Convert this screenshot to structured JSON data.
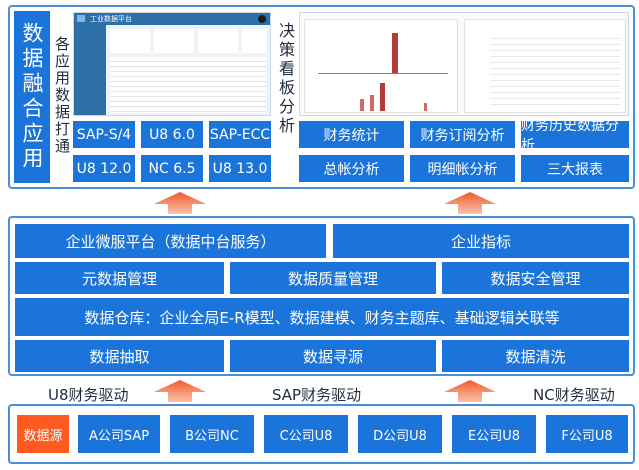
{
  "top": {
    "left_title": "数据融合应用",
    "apps_title": "各应用数据打通",
    "decision_title": "决策看板分析",
    "app_shot_title": "工业数据平台",
    "apps": [
      "SAP-S/4",
      "U8 6.0",
      "SAP-ECC",
      "U8 12.0",
      "NC 6.5",
      "U8 13.0"
    ],
    "analysis": [
      "财务统计",
      "财务订阅分析",
      "财务历史数据分析",
      "总帐分析",
      "明细帐分析",
      "三大报表"
    ]
  },
  "middle": {
    "row1": [
      "企业微服平台（数据中台服务）",
      "企业指标"
    ],
    "row2": [
      "元数据管理",
      "数据质量管理",
      "数据安全管理"
    ],
    "warehouse": "数据仓库：企业全局E-R模型、数据建模、财务主题库、基础逻辑关联等",
    "row4": [
      "数据抽取",
      "数据寻源",
      "数据清洗"
    ]
  },
  "drivers": [
    "U8财务驱动",
    "SAP财务驱动",
    "NC财务驱动"
  ],
  "bottom": {
    "source_label": "数据源",
    "companies": [
      "A公司SAP",
      "B公司NC",
      "C公司U8",
      "D公司U8",
      "E公司U8",
      "F公司U8"
    ]
  },
  "colors": {
    "primary": "#1b74d9",
    "accent": "#ff5a1f",
    "border": "#4a90d9",
    "arrow": "#f08a5d"
  }
}
